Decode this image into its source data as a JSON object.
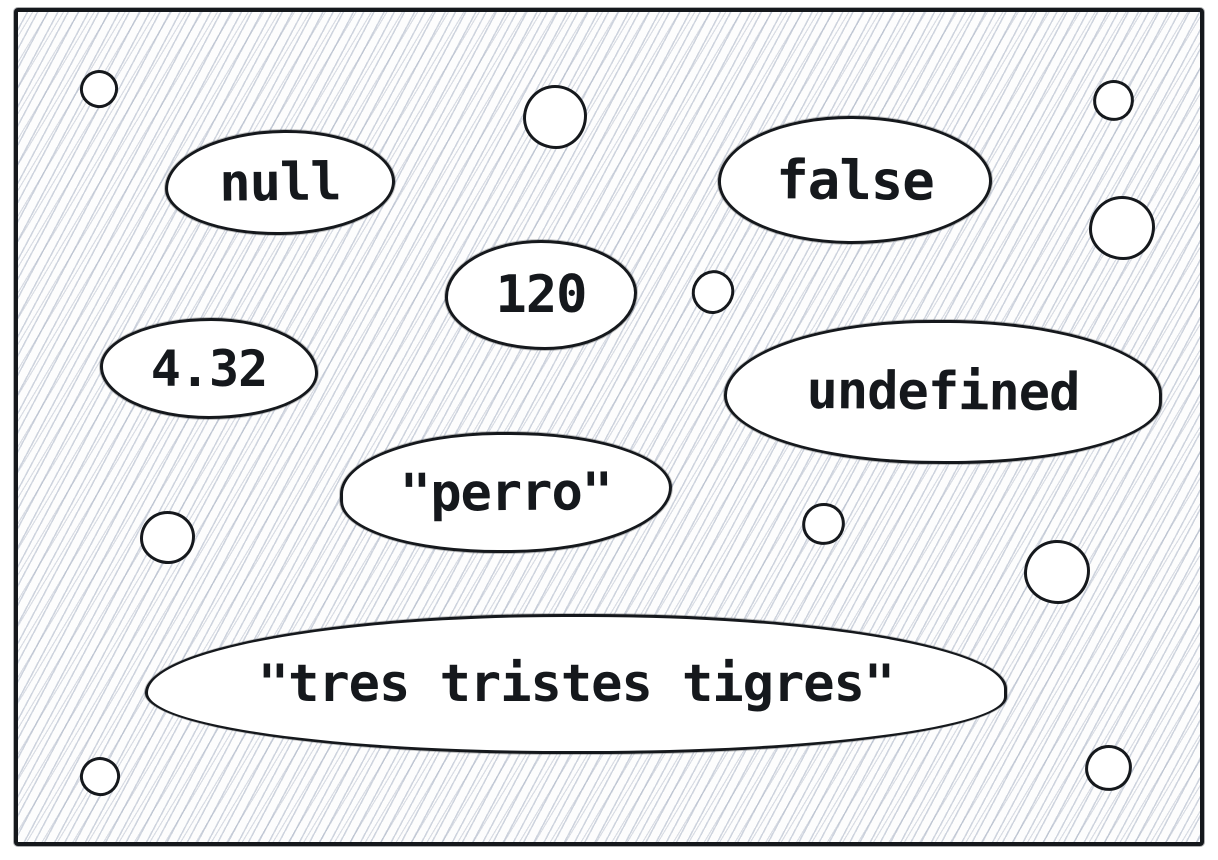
{
  "colors": {
    "ink": "#15181c",
    "hatch": "#a8b2c4",
    "bubble_fill": "#ffffff",
    "page_bg": "#ffffff"
  },
  "bubbles": [
    {
      "label": "null"
    },
    {
      "label": "false"
    },
    {
      "label": "120"
    },
    {
      "label": "4.32"
    },
    {
      "label": "undefined"
    },
    {
      "label": "\"perro\""
    },
    {
      "label": "\"tres tristes tigres\""
    }
  ],
  "decorative_circle_count": 10
}
